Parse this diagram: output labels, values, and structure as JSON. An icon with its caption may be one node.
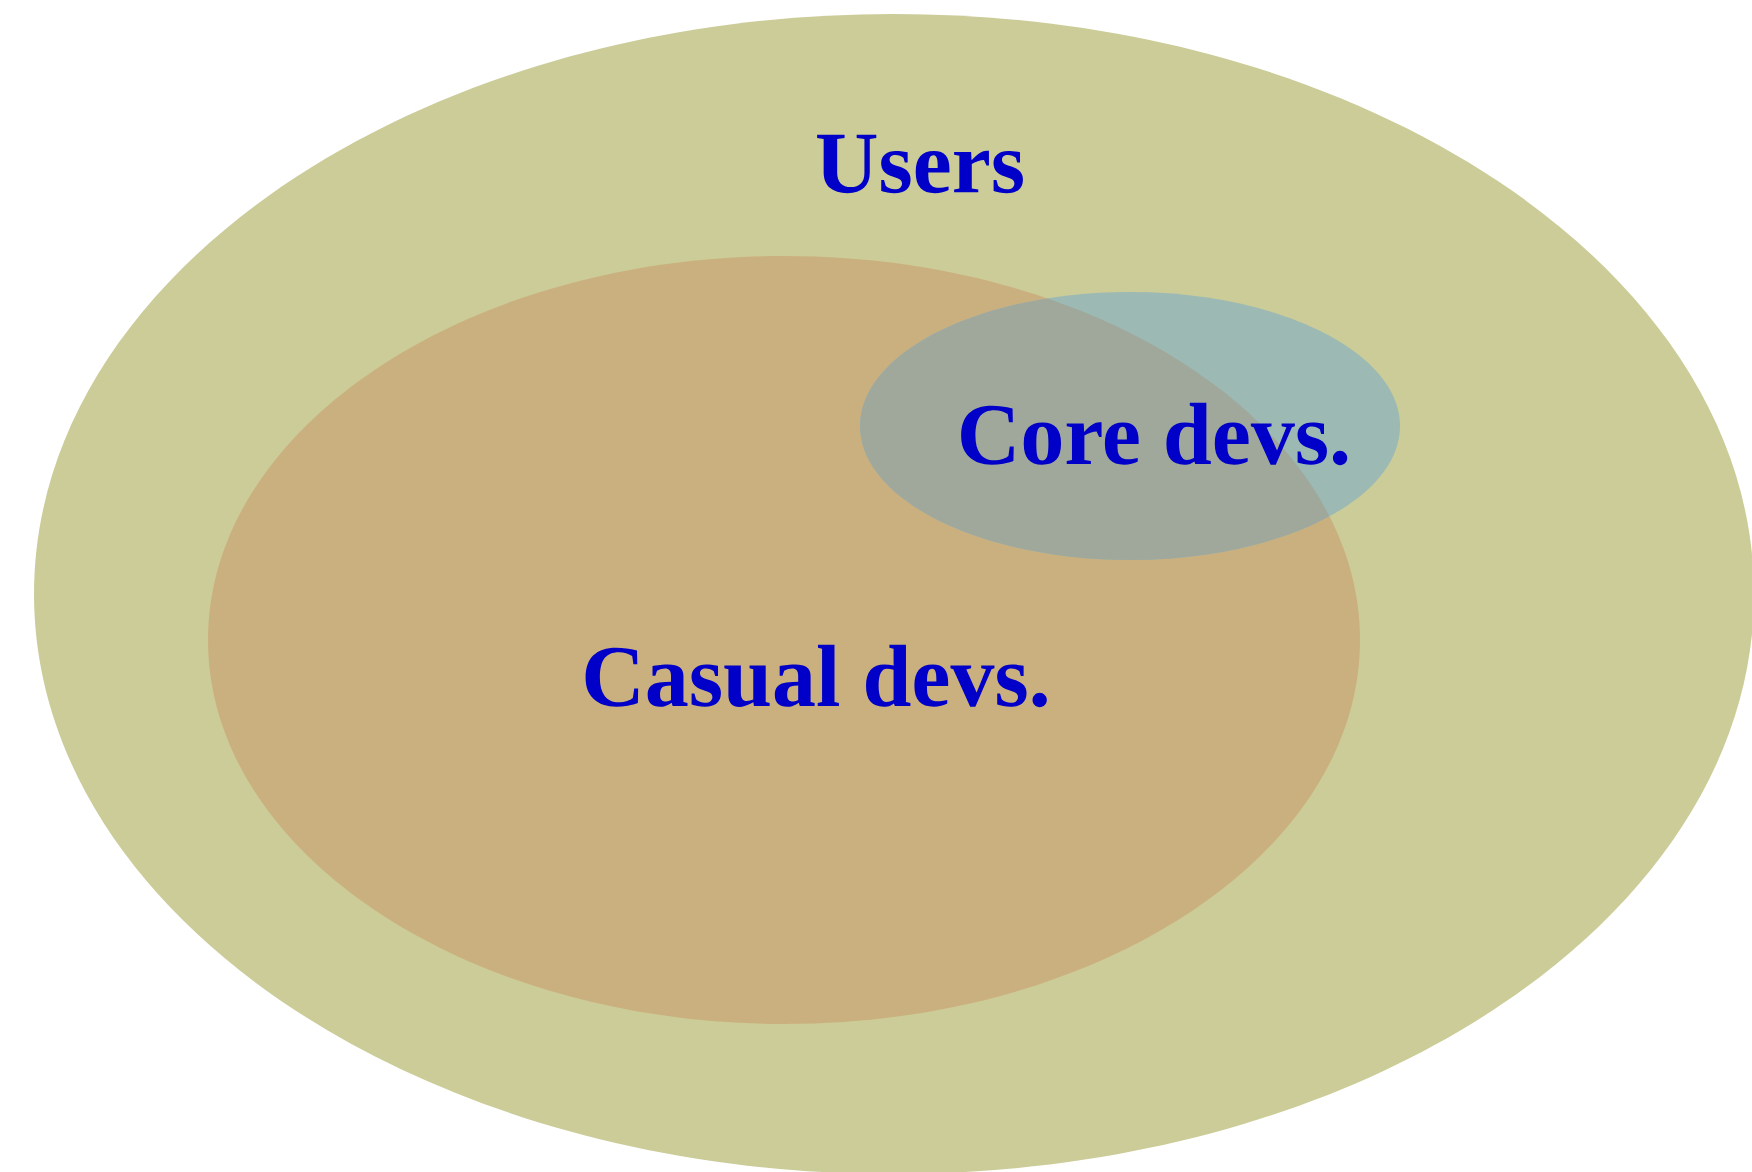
{
  "diagram": {
    "nodes": [
      {
        "text": [
          "Users"
        ]
      },
      {
        "text": [
          "Core devs."
        ],
        "in": 0
      },
      {
        "text": [
          "Casual devs."
        ],
        "in": 0
      }
    ]
  }
}
